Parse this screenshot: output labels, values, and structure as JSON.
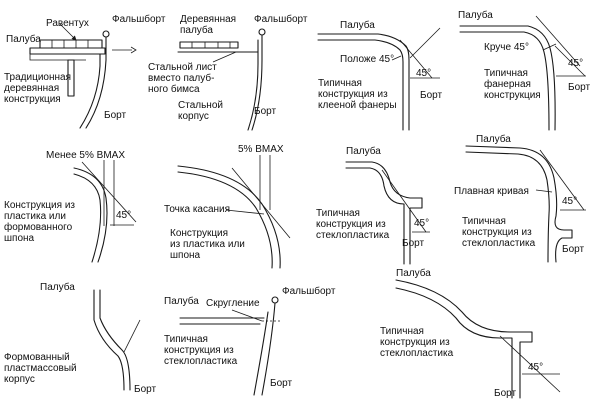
{
  "panels": [
    {
      "labels": {
        "ravenstuh": "Равентух",
        "falshbort": "Фальшборт",
        "paluba": "Палуба",
        "caption": "Традиционная\nдеревянная\nконструкция",
        "bort": "Борт"
      }
    },
    {
      "labels": {
        "wood_deck": "Деревянная\nпалуба",
        "falshbort": "Фальшборт",
        "steel_sheet": "Стальной лист\nвместо палуб-\nного бимса",
        "steel_hull": "Стальной\nкорпус",
        "bort": "Борт"
      }
    },
    {
      "labels": {
        "paluba": "Палуба",
        "angle_note": "Положе 45°",
        "angle": "45°",
        "caption": "Типичная\nконструкция из\nклееной фанеры",
        "bort": "Борт"
      }
    },
    {
      "labels": {
        "paluba": "Палуба",
        "angle_note": "Круче 45°",
        "angle": "45°",
        "caption": "Типичная\nфанерная\nконструкция",
        "bort": "Борт"
      }
    },
    {
      "labels": {
        "top_note": "Менее 5% BMAX",
        "caption": "Конструкция из\nпластика или\nформованного\nшпона",
        "angle": "45°"
      }
    },
    {
      "labels": {
        "top_note": "5% BMAX",
        "tangent": "Точка касания",
        "caption": "Конструкция\nиз пластика или\nшпона"
      }
    },
    {
      "labels": {
        "paluba": "Палуба",
        "caption": "Типичная\nконструкция из\nстеклопластика",
        "angle": "45°",
        "bort": "Борт"
      }
    },
    {
      "labels": {
        "paluba": "Палуба",
        "smooth": "Плавная кривая",
        "angle": "45°",
        "caption": "Типичная\nконструкция из\nстеклопластика",
        "bort": "Борт"
      }
    },
    {
      "labels": {
        "paluba": "Палуба",
        "caption": "Формованный\nпластмассовый\nкорпус",
        "bort": "Борт"
      }
    },
    {
      "labels": {
        "paluba": "Палуба",
        "rounding": "Скругление",
        "falshbort": "Фальшборт",
        "caption": "Типичная\nконструкция из\nстеклопластика",
        "bort": "Борт"
      }
    },
    {
      "labels": {
        "paluba": "Палуба",
        "caption": "Типичная\nконструкция из\nстеклопластика",
        "angle": "45°",
        "bort": "Борт"
      }
    }
  ]
}
